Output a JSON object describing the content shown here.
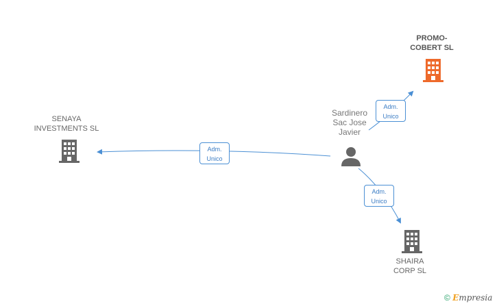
{
  "nodes": {
    "promo": {
      "name": "PROMO-\nCOBERT SL",
      "color": "#ee6a2b"
    },
    "senaya": {
      "name": "SENAYA\nINVESTMENTS SL",
      "color": "#666666"
    },
    "shaira": {
      "name": "SHAIRA\nCORP SL",
      "color": "#666666"
    },
    "person": {
      "name": "Sardinero\nSac Jose\nJavier"
    }
  },
  "relations": [
    {
      "label": "Adm.\nUnico"
    },
    {
      "label": "Adm.\nUnico"
    },
    {
      "label": "Adm.\nUnico"
    }
  ],
  "footer": {
    "copyright": "©",
    "brand_first": "E",
    "brand_rest": "mpresia"
  },
  "colors": {
    "edge": "#4a8fd4"
  }
}
